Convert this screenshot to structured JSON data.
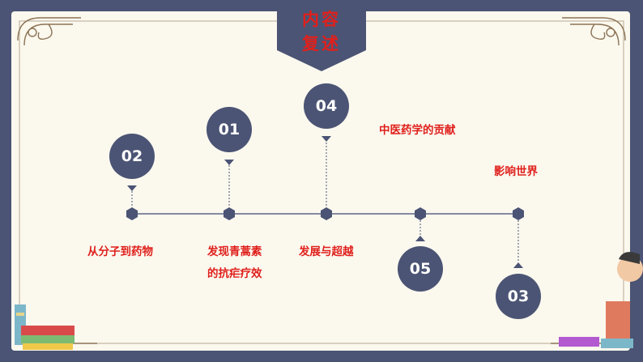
{
  "header": {
    "title_line1": "内容",
    "title_line2": "复述"
  },
  "timeline": {
    "nodes": [
      {
        "number": "02",
        "label": "从分子到药物"
      },
      {
        "number": "01",
        "label_line1": "发现青蒿素",
        "label_line2": "的抗疟疗效"
      },
      {
        "number": "04",
        "label": "发展与超越"
      },
      {
        "number": "05",
        "label": "中医药学的贡献"
      },
      {
        "number": "03",
        "label": "影响世界"
      }
    ]
  },
  "colors": {
    "frame": "#4b5474",
    "paper": "#fbf8ee",
    "accent_text": "#e0201c",
    "ornament": "#8b7355"
  }
}
